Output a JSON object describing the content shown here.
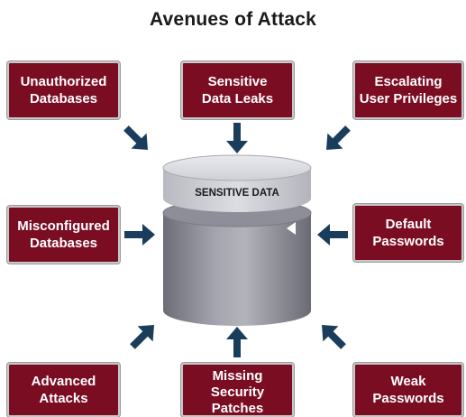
{
  "title": "Avenues of Attack",
  "center": {
    "label": "SENSITIVE DATA"
  },
  "attack_vectors": [
    {
      "id": "unauthorized-databases",
      "label": "Unauthorized\nDatabases"
    },
    {
      "id": "sensitive-data-leaks",
      "label": "Sensitive\nData Leaks"
    },
    {
      "id": "escalating-user-privileges",
      "label": "Escalating\nUser Privileges"
    },
    {
      "id": "misconfigured-databases",
      "label": "Misconfigured\nDatabases"
    },
    {
      "id": "default-passwords",
      "label": "Default\nPasswords"
    },
    {
      "id": "advanced-attacks",
      "label": "Advanced\nAttacks"
    },
    {
      "id": "missing-security-patches",
      "label": "Missing\nSecurity\nPatches"
    },
    {
      "id": "weak-passwords",
      "label": "Weak\nPasswords"
    }
  ],
  "colors": {
    "box_fill": "#7b0d23",
    "arrow": "#1b3d5c",
    "cylinder_light": "#d6d7dc",
    "cylinder_dark": "#6e6f78"
  }
}
